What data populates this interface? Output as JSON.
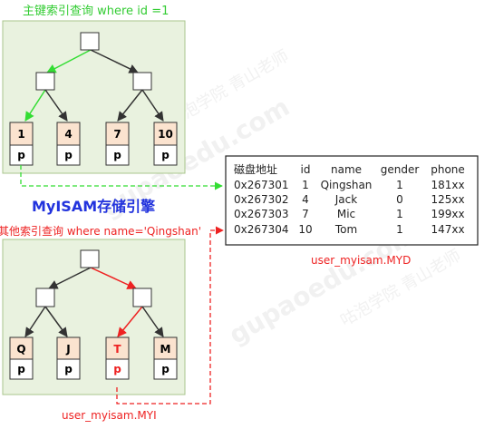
{
  "top_caption": "主键索引查询 where id =1",
  "middle_title": "MyISAM存储引擎",
  "bottom_caption": "其他索引查询 where name='Qingshan'",
  "myd_label": "user_myisam.MYD",
  "myi_label": "user_myisam.MYI",
  "top_tree": {
    "leaves": [
      {
        "key": "1",
        "ptr": "p"
      },
      {
        "key": "4",
        "ptr": "p"
      },
      {
        "key": "7",
        "ptr": "p"
      },
      {
        "key": "10",
        "ptr": "p"
      }
    ]
  },
  "bottom_tree": {
    "leaves": [
      {
        "key": "Q",
        "ptr": "p"
      },
      {
        "key": "J",
        "ptr": "p"
      },
      {
        "key": "T",
        "ptr": "p"
      },
      {
        "key": "M",
        "ptr": "p"
      }
    ]
  },
  "data_table": {
    "headers": [
      "磁盘地址",
      "id",
      "name",
      "gender",
      "phone"
    ],
    "rows": [
      [
        "0x267301",
        "1",
        "Qingshan",
        "1",
        "181xx"
      ],
      [
        "0x267302",
        "4",
        "Jack",
        "0",
        "125xx"
      ],
      [
        "0x267303",
        "7",
        "Mic",
        "1",
        "199xx"
      ],
      [
        "0x267304",
        "10",
        "Tom",
        "1",
        "147xx"
      ]
    ]
  },
  "colors": {
    "panel_fill": "#e9f2df",
    "panel_border": "#a9c58c",
    "leaf_key_fill": "#fbe3cf",
    "primary_path": "#33dd33",
    "secondary_path": "#ee2222",
    "title_blue": "#2233dd",
    "caption_green": "#33cc33",
    "caption_red": "#ee2222",
    "edge_dark": "#333333"
  }
}
